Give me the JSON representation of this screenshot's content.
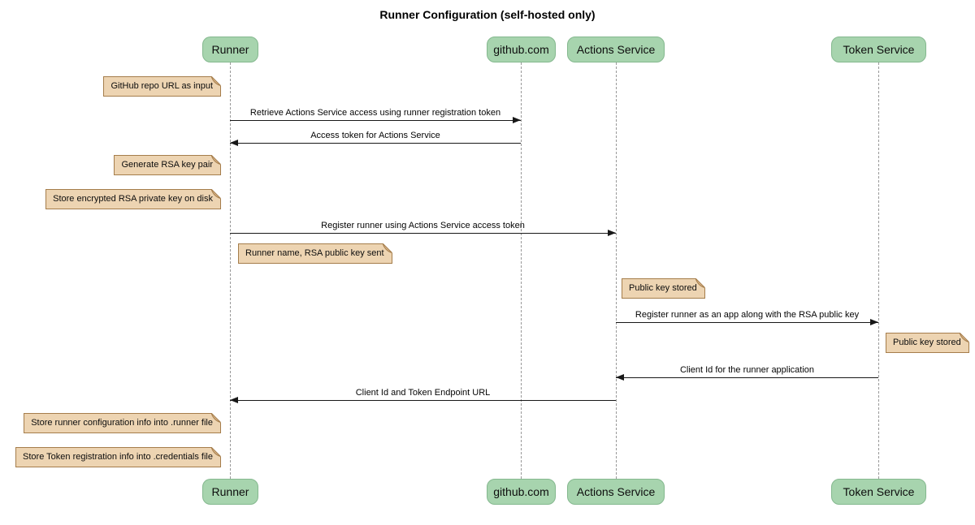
{
  "diagram": {
    "title": "Runner Configuration (self-hosted only)",
    "type": "sequence-diagram"
  },
  "participants": [
    {
      "label": "Runner"
    },
    {
      "label": "github.com"
    },
    {
      "label": "Actions Service"
    },
    {
      "label": "Token Service"
    }
  ],
  "messages": [
    {
      "from": "Runner",
      "to": "github.com",
      "label": "Retrieve Actions Service access using runner registration token"
    },
    {
      "from": "github.com",
      "to": "Runner",
      "label": "Access token for Actions Service"
    },
    {
      "from": "Runner",
      "to": "Actions Service",
      "label": "Register runner using Actions Service access token"
    },
    {
      "from": "Actions Service",
      "to": "Token Service",
      "label": "Register runner as an app along with the RSA public key"
    },
    {
      "from": "Token Service",
      "to": "Actions Service",
      "label": "Client Id for the runner application"
    },
    {
      "from": "Actions Service",
      "to": "Runner",
      "label": "Client Id and Token Endpoint URL"
    }
  ],
  "notes": [
    {
      "text": "GitHub repo URL as input",
      "anchor": "Runner",
      "side": "left"
    },
    {
      "text": "Generate RSA key pair",
      "anchor": "Runner",
      "side": "left"
    },
    {
      "text": "Store encrypted RSA private key on disk",
      "anchor": "Runner",
      "side": "left"
    },
    {
      "text": "Runner name, RSA public key sent",
      "anchor": "Runner",
      "side": "right"
    },
    {
      "text": "Public key stored",
      "anchor": "Actions Service",
      "side": "right"
    },
    {
      "text": "Public key stored",
      "anchor": "Token Service",
      "side": "right"
    },
    {
      "text": "Store runner configuration info into .runner file",
      "anchor": "Runner",
      "side": "left"
    },
    {
      "text": "Store Token registration info into .credentials file",
      "anchor": "Runner",
      "side": "left"
    }
  ],
  "colors": {
    "background": "#ffffff",
    "participant_fill": "#a7d4ae",
    "participant_border": "#84b88e",
    "note_fill": "#edd4b2",
    "note_border": "#a57d4b",
    "lifeline": "#999999",
    "arrow": "#181818"
  }
}
